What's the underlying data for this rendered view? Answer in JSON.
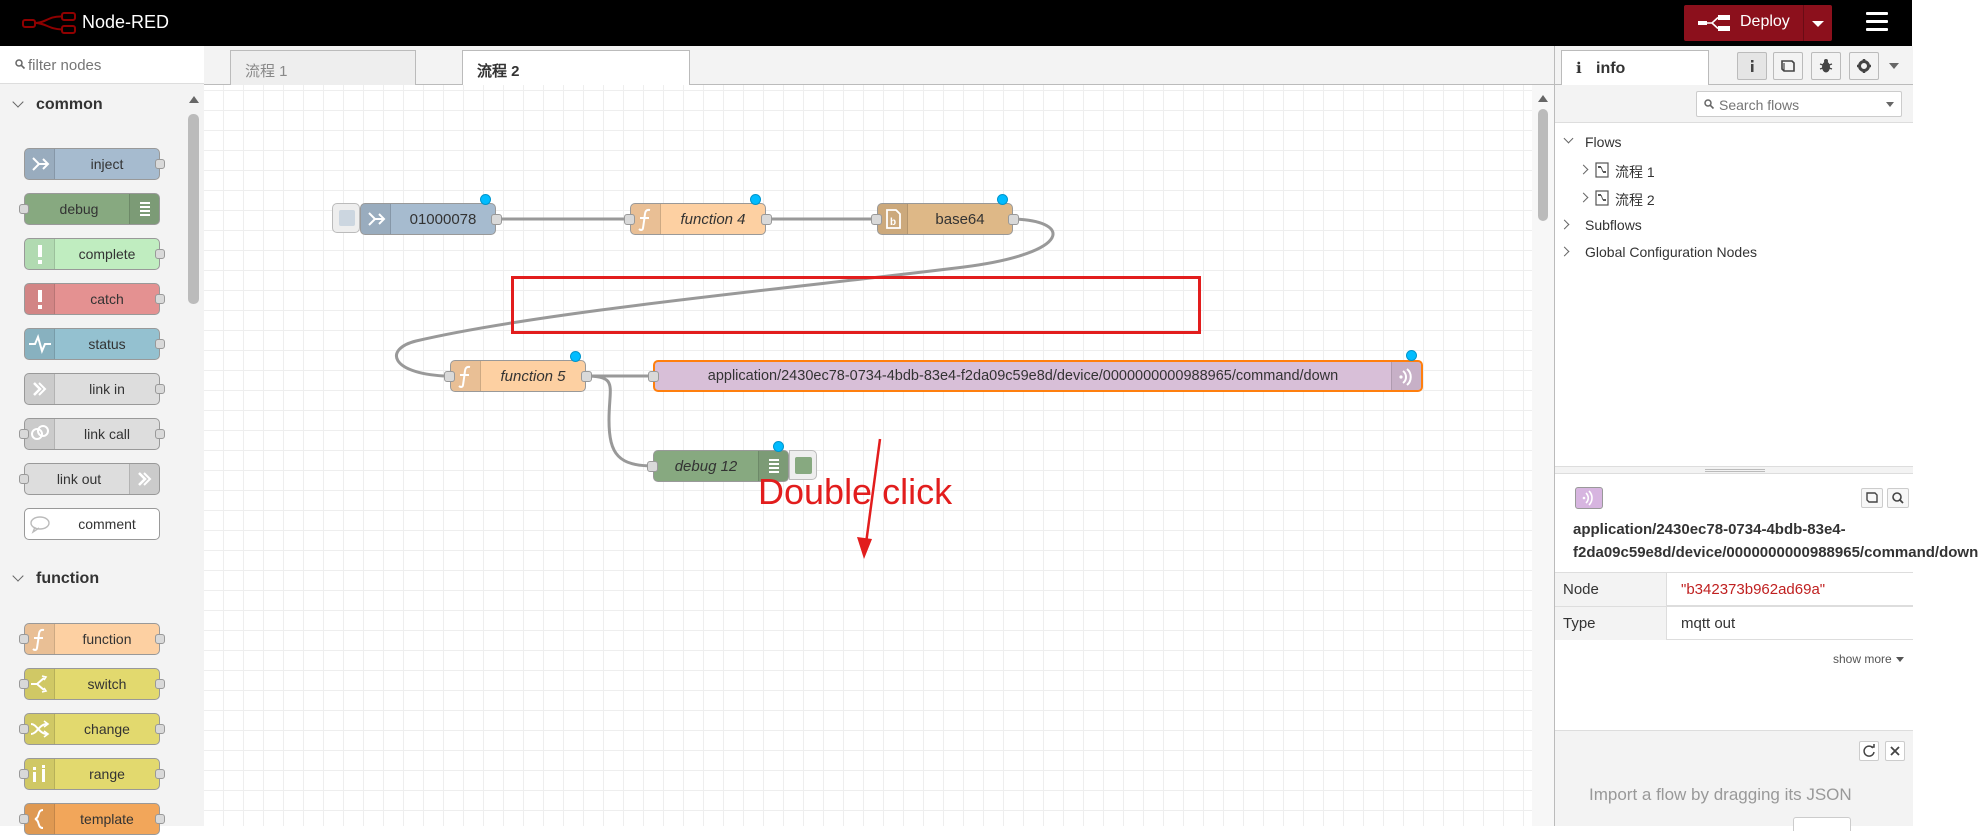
{
  "header": {
    "title": "Node-RED",
    "deploy_label": "Deploy"
  },
  "palette": {
    "search_placeholder": "filter nodes",
    "categories": [
      {
        "label": "common",
        "nodes": [
          {
            "label": "inject",
            "color": "#a6bbcf",
            "icon": "arrow-in-icon"
          },
          {
            "label": "debug",
            "color": "#87a980",
            "icon": "debug-list-icon"
          },
          {
            "label": "complete",
            "color": "#c0edc0",
            "icon": "exclamation-icon"
          },
          {
            "label": "catch",
            "color": "#e49191",
            "icon": "exclamation-icon"
          },
          {
            "label": "status",
            "color": "#94c1d0",
            "icon": "pulse-icon"
          },
          {
            "label": "link in",
            "color": "#dddddd",
            "icon": "link-in-icon"
          },
          {
            "label": "link call",
            "color": "#dddddd",
            "icon": "link-call-icon"
          },
          {
            "label": "link out",
            "color": "#dddddd",
            "icon": "link-out-icon"
          },
          {
            "label": "comment",
            "color": "#ffffff",
            "icon": "comment-icon"
          }
        ]
      },
      {
        "label": "function",
        "nodes": [
          {
            "label": "function",
            "color": "#fdd0a2",
            "icon": "function-icon"
          },
          {
            "label": "switch",
            "color": "#e2d96e",
            "icon": "switch-icon"
          },
          {
            "label": "change",
            "color": "#e2d96e",
            "icon": "shuffle-icon"
          },
          {
            "label": "range",
            "color": "#e2d96e",
            "icon": "range-icon"
          },
          {
            "label": "template",
            "color": "#f2a65a",
            "icon": "template-icon"
          }
        ]
      }
    ]
  },
  "workspace": {
    "tabs": [
      {
        "label": "流程 1",
        "active": false
      },
      {
        "label": "流程 2",
        "active": true
      }
    ],
    "nodes": {
      "inject": {
        "label": "01000078",
        "color": "#a6bbcf"
      },
      "function4": {
        "label": "function 4",
        "color": "#fdd0a2"
      },
      "base64": {
        "label": "base64",
        "color": "#deb887"
      },
      "function5": {
        "label": "function 5",
        "color": "#fdd0a2"
      },
      "mqtt_out": {
        "label": "application/2430ec78-0734-4bdb-83e4-f2da09c59e8d/device/0000000000988965/command/down",
        "color": "#d8bfd8"
      },
      "debug12": {
        "label": "debug 12",
        "color": "#87a980"
      }
    },
    "annotation": "Double click"
  },
  "sidebar": {
    "tab_label": "info",
    "search_placeholder": "Search flows",
    "tree": {
      "flows_label": "Flows",
      "flow_items": [
        "流程 1",
        "流程 2"
      ],
      "subflows_label": "Subflows",
      "config_label": "Global Configuration Nodes"
    },
    "selected_node": {
      "title_line1": "application/2430ec78-0734-4bdb-83e4-",
      "title_line2": "f2da09c59e8d/device/0000000000988965/command/down",
      "properties": [
        {
          "key": "Node",
          "value": "\"b342373b962ad69a\"",
          "value_color": "#c02020"
        },
        {
          "key": "Type",
          "value": "mqtt out",
          "value_color": "#333333"
        }
      ],
      "show_more": "show more"
    },
    "help_text": "Import a flow by dragging its JSON"
  }
}
